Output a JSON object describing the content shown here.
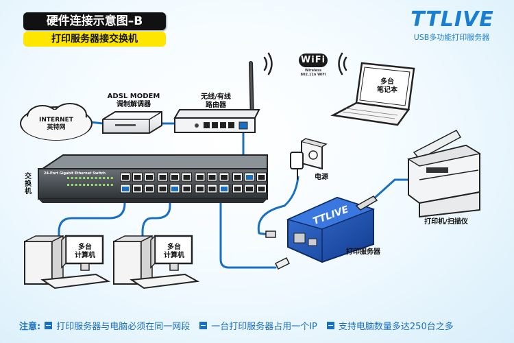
{
  "header": {
    "title": "硬件连接示意图–B",
    "subtitle": "打印服务器接交换机"
  },
  "brand": {
    "logo": "TTLIVE",
    "tagline": "USB多功能打印服务器"
  },
  "wifi": {
    "badge": "WiFi",
    "line1": "Wireless",
    "line2": "802.11n WiFi"
  },
  "devices": {
    "internet": {
      "line1": "INTERNET",
      "line2": "英特网"
    },
    "modem": {
      "line1": "ADSL MODEM",
      "line2": "调制解调器"
    },
    "router": {
      "line1": "无线/有线",
      "line2": "路由器"
    },
    "laptop": {
      "line1": "多台",
      "line2": "笔记本"
    },
    "switch_label": "交换机",
    "switch_model": "24-Port Gigabit Ethernet Switch",
    "power": "电源",
    "printer": "打印机/扫描仪",
    "print_server": "打印服务器",
    "server_logo": "TTLIVE",
    "pc1": {
      "line1": "多台",
      "line2": "计算机"
    },
    "pc2": {
      "line1": "多台",
      "line2": "计算机"
    }
  },
  "footer": {
    "label": "注意:",
    "notes": [
      "打印服务器与电脑必须在同一网段",
      "一台打印服务器占用一个IP",
      "支持电脑数量多达250台之多"
    ]
  },
  "colors": {
    "cable": "#1a6fc0",
    "brand": "#1a7fd0",
    "title_bg": "#111111",
    "subtitle_bg": "#ffe600",
    "server_body": "#1b4fb0"
  }
}
